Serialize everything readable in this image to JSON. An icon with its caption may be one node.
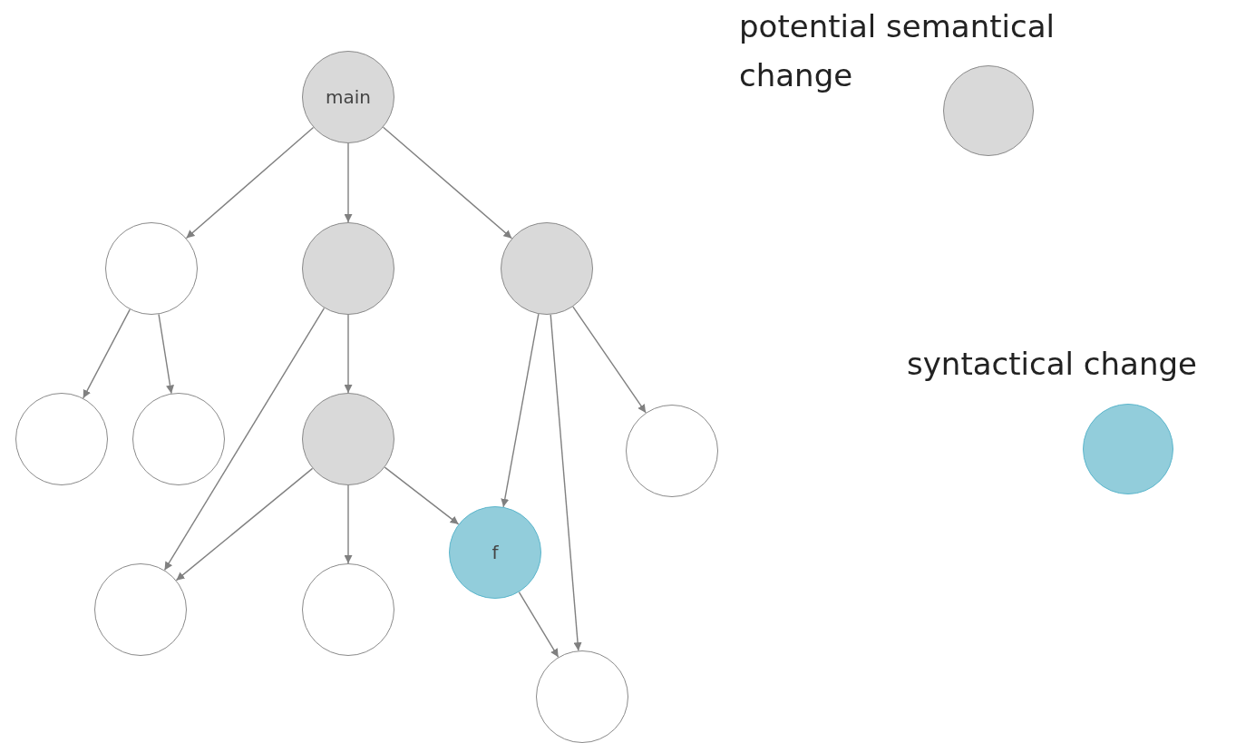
{
  "diagram": {
    "nodes": [
      {
        "text": [
          "main"
        ]
      },
      {
        "text": [],
        "shape": "circle"
      },
      {
        "text": [],
        "shape": "circle"
      },
      {
        "text": [],
        "shape": "circle"
      },
      {
        "text": [],
        "shape": "circle"
      },
      {
        "text": [],
        "shape": "circle"
      },
      {
        "text": [],
        "shape": "circle"
      },
      {
        "text": [],
        "shape": "circle"
      },
      {
        "text": [],
        "shape": "circle"
      },
      {
        "text": [],
        "shape": "circle"
      },
      {
        "text": [
          "f"
        ]
      },
      {
        "text": [],
        "shape": "circle"
      }
    ],
    "edges": [
      {
        "from": 0,
        "to": 1,
        "arrow": "to"
      },
      {
        "from": 0,
        "to": 2,
        "arrow": "to"
      },
      {
        "from": 0,
        "to": 3,
        "arrow": "to"
      },
      {
        "from": 1,
        "to": 4,
        "arrow": "to"
      },
      {
        "from": 1,
        "to": 5,
        "arrow": "to"
      },
      {
        "from": 2,
        "to": 6,
        "arrow": "to"
      },
      {
        "from": 2,
        "to": 8,
        "arrow": "to"
      },
      {
        "from": 3,
        "to": 10,
        "arrow": "to"
      },
      {
        "from": 3,
        "to": 11,
        "arrow": "to"
      },
      {
        "from": 3,
        "to": 7,
        "arrow": "to"
      },
      {
        "from": 6,
        "to": 8,
        "arrow": "to"
      },
      {
        "from": 6,
        "to": 9,
        "arrow": "to"
      },
      {
        "from": 6,
        "to": 10,
        "arrow": "to"
      },
      {
        "from": 10,
        "to": 11,
        "arrow": "to"
      }
    ],
    "legend": [
      {
        "text": "potential semantical change",
        "color": "#d9d9d9"
      },
      {
        "text": "syntactical change",
        "color": "#92cddb"
      }
    ]
  }
}
